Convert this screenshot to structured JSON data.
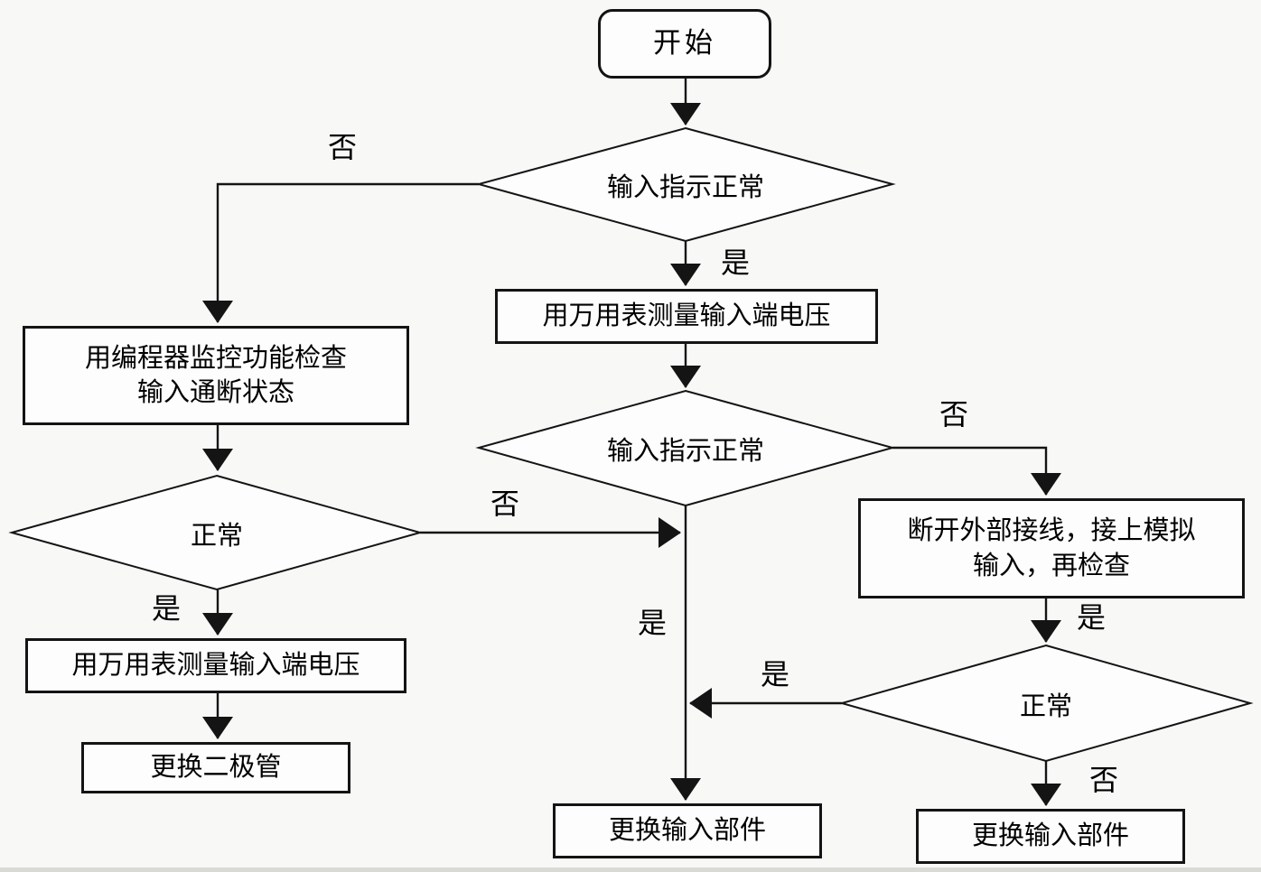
{
  "colors": {
    "background": "#f8f8f7",
    "line": "#141414",
    "node_fill": "#fdfdfd",
    "text": "#000000"
  },
  "nodes": {
    "start": {
      "label": "开始"
    },
    "decision_input_1": {
      "label": "输入指示正常"
    },
    "measure_voltage_mid": {
      "label": "用万用表测量输入端电压"
    },
    "decision_input_2": {
      "label": "输入指示正常"
    },
    "check_programmer": {
      "line1": "用编程器监控功能检查",
      "line2": "输入通断状态"
    },
    "decision_normal_left": {
      "label": "正常"
    },
    "measure_voltage_left": {
      "label": "用万用表测量输入端电压"
    },
    "replace_diode": {
      "label": "更换二极管"
    },
    "disconnect_external": {
      "line1": "断开外部接线，接上模拟",
      "line2": "输入，再检查"
    },
    "decision_normal_right": {
      "label": "正常"
    },
    "replace_input_mid": {
      "label": "更换输入部件"
    },
    "replace_input_right": {
      "label": "更换输入部件"
    }
  },
  "edge_labels": {
    "decision1_no": "否",
    "decision1_yes": "是",
    "decision2_no": "否",
    "decision2_yes": "是",
    "left_no": "否",
    "left_yes": "是",
    "recheck_yes": "是",
    "right_yes": "是",
    "right_no": "否"
  }
}
